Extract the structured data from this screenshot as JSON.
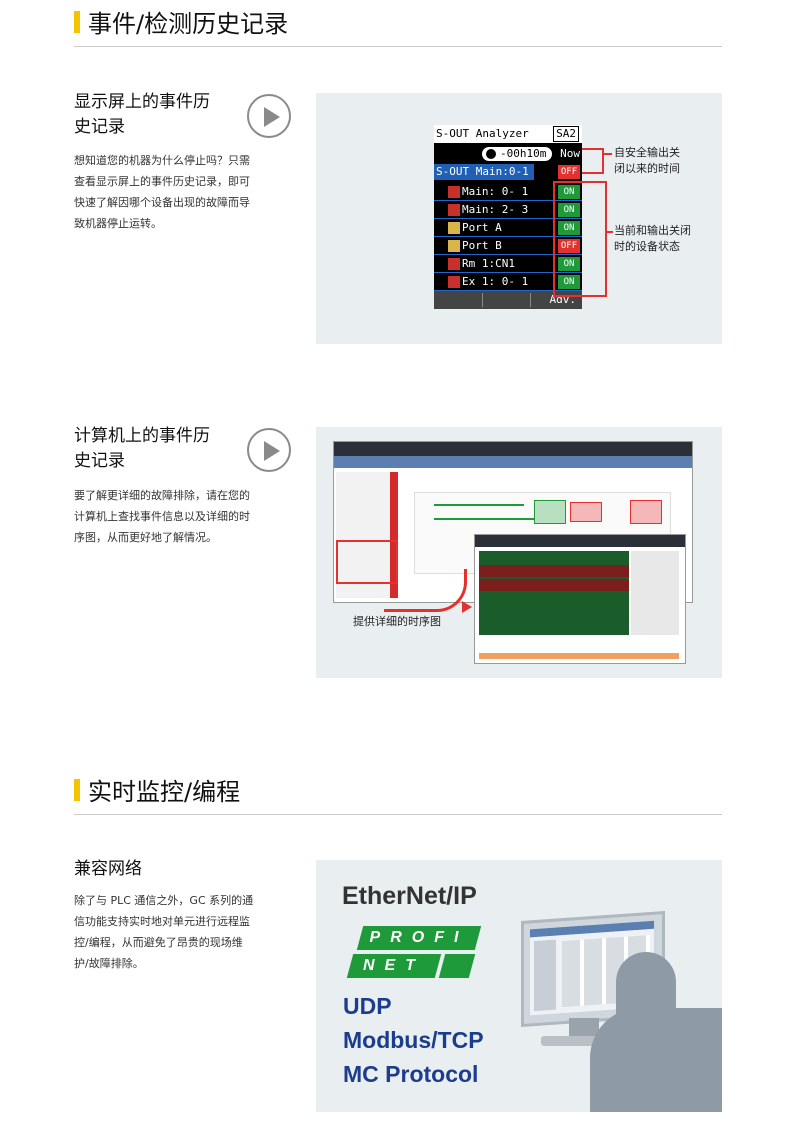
{
  "section1": {
    "title": "事件/检测历史记录"
  },
  "block1": {
    "title_line1": "显示屏上的事件历",
    "title_line2": "史记录",
    "p1": "想知道您的机器为什么停止吗？只需",
    "p2": "查看显示屏上的事件历史记录，即可",
    "p3": "快速了解因哪个设备出现的故障而导",
    "p4": "致机器停止运转。"
  },
  "analyzer": {
    "header": "S-OUT Analyzer",
    "badge": "SA2",
    "time": "-00h10m",
    "now": "Now",
    "main_row": "S-OUT Main:0-1",
    "main_state": "OFF",
    "rows": [
      {
        "label": "Main: 0- 1",
        "state": "ON"
      },
      {
        "label": "Main: 2- 3",
        "state": "ON"
      },
      {
        "label": "Port A",
        "state": "ON"
      },
      {
        "label": "Port B",
        "state": "OFF"
      },
      {
        "label": "Rm 1:CN1",
        "state": "ON"
      },
      {
        "label": "Ex 1: 0- 1",
        "state": "ON"
      }
    ],
    "adv": "Adv.",
    "note1_l1": "自安全输出关",
    "note1_l2": "闭以来的时间",
    "note2_l1": "当前和输出关闭",
    "note2_l2": "时的设备状态",
    "colors": {
      "on": "#1e9a3a",
      "off": "#e53030",
      "highlight": "#1f5fb4"
    }
  },
  "block2": {
    "title_line1": "计算机上的事件历",
    "title_line2": "史记录",
    "p1": "要了解更详细的故障排除，请在您的",
    "p2": "计算机上查找事件信息以及详细的时",
    "p3": "序图，从而更好地了解情况。",
    "caption": "提供详细的时序图"
  },
  "section2": {
    "title": "实时监控/编程"
  },
  "block3": {
    "title": "兼容网络",
    "p1": "除了与 PLC 通信之外，GC 系列的通",
    "p2": "信功能支持实时地对单元进行远程监",
    "p3": "控/编程，从而避免了昂贵的现场维",
    "p4": "护/故障排除。"
  },
  "network": {
    "ethernet": "EtherNet/IP",
    "profi": "PROFI",
    "net": "NET",
    "protocols": [
      "UDP",
      "Modbus/TCP",
      "MC Protocol"
    ]
  }
}
